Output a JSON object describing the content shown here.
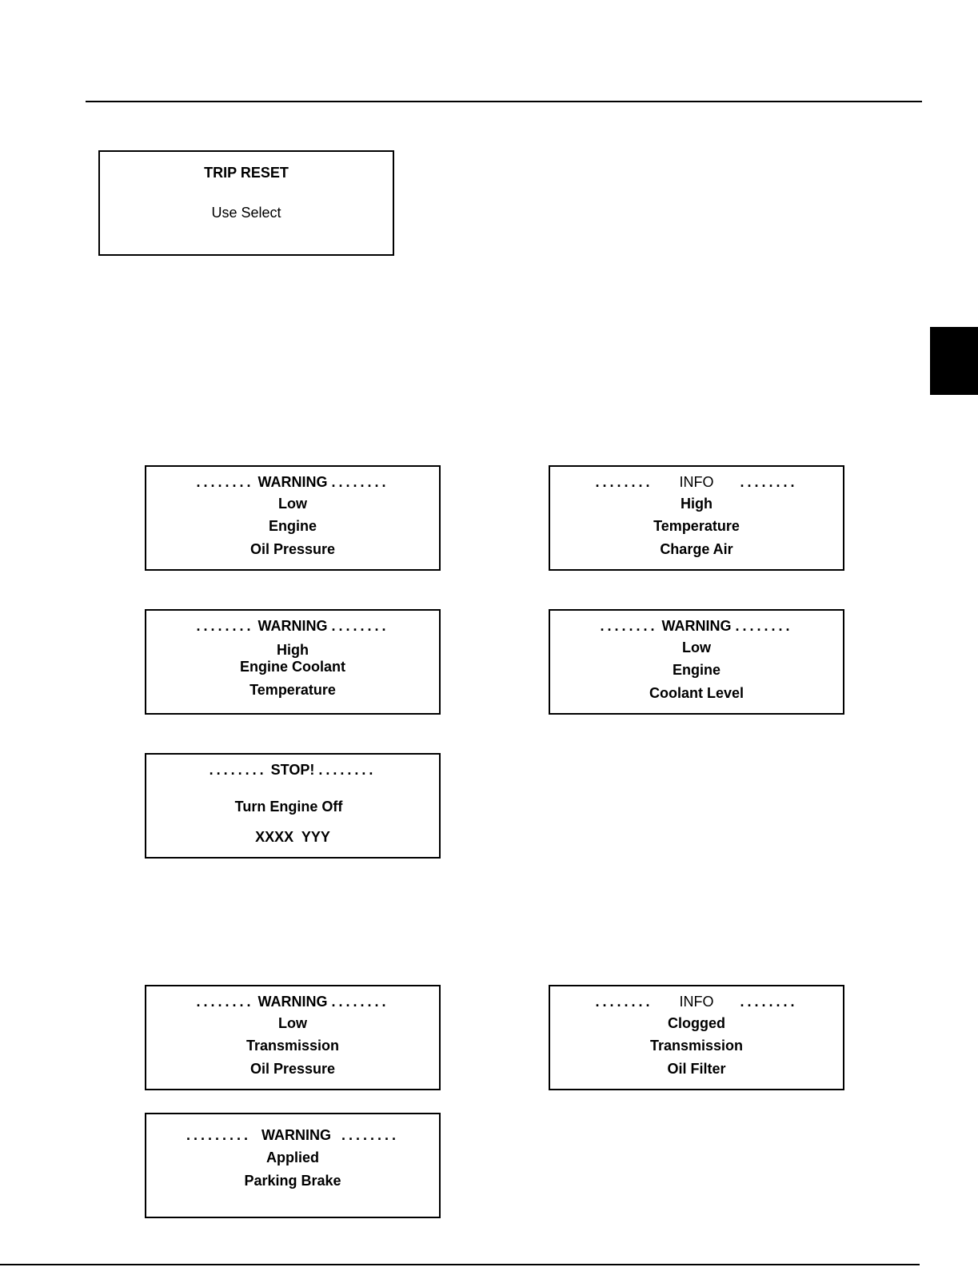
{
  "trip_reset": {
    "title": "TRIP RESET",
    "subtitle": "Use Select"
  },
  "dots": "........",
  "dots_long": ".........",
  "panels": [
    {
      "header": "WARNING",
      "lines": [
        "Low",
        "Engine",
        "Oil Pressure"
      ]
    },
    {
      "header": "INFO",
      "lines": [
        "High",
        "Temperature",
        "Charge Air"
      ]
    },
    {
      "header": "WARNING",
      "lines": [
        "High",
        "Engine Coolant",
        "Temperature"
      ]
    },
    {
      "header": "WARNING",
      "lines": [
        "Low",
        "Engine",
        "Coolant Level"
      ]
    },
    {
      "header": "STOP!",
      "lines": [
        "Turn Engine Off",
        "XXXX  YYY"
      ]
    },
    {
      "header": "WARNING",
      "lines": [
        "Low",
        "Transmission",
        "Oil Pressure"
      ]
    },
    {
      "header": "INFO",
      "lines": [
        "Clogged",
        "Transmission",
        "Oil Filter"
      ]
    },
    {
      "header": "WARNING",
      "lines": [
        "Applied",
        "Parking Brake"
      ]
    }
  ]
}
